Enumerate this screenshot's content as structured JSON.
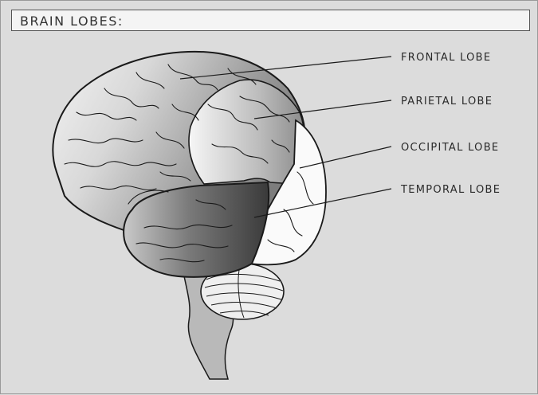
{
  "title": "BRAIN LOBES:",
  "labels": {
    "frontal": "FRONTAL LOBE",
    "parietal": "PARIETAL LOBE",
    "occipital": "OCCIPITAL LOBE",
    "temporal": "TEMPORAL LOBE"
  },
  "colors": {
    "frontal": "#8f8f8f",
    "parietal": "#f2f2f2",
    "occipital": "#fbfbfb",
    "temporal": "#5e5e5e",
    "outline": "#1a1a1a",
    "background": "#dcdcdc"
  }
}
